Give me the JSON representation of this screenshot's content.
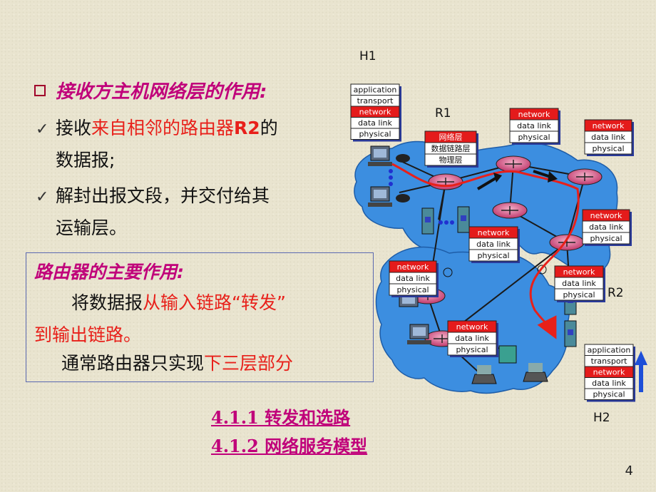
{
  "left": {
    "heading": "接收方主机网络层的作用:",
    "bullet1": {
      "pre": "接收",
      "red": "来自相邻的路由器",
      "redbold": "R2",
      "post": "的",
      "line2": "数据报;"
    },
    "bullet2": {
      "line1": "解封出报文段，并交付给其",
      "line2": "运输层。"
    }
  },
  "box": {
    "title": "路由器的主要作用:",
    "l1_pre": "将数据报",
    "l1_red": "从输入链路“转发”",
    "l2_red": "到输出链路。",
    "l3_pre": "通常路由器只实现",
    "l3_red": "下三层部分"
  },
  "links": {
    "s1": "4.1.1   转发和选路",
    "s2": "4.1.2   网络服务模型"
  },
  "diagram": {
    "labels": {
      "h1": "H1",
      "r1": "R1",
      "r2": "R2",
      "h2": "H2"
    },
    "stack5": [
      "application",
      "transport",
      "network",
      "data link",
      "physical"
    ],
    "stack3": [
      "network",
      "data link",
      "physical"
    ],
    "stack3_cn": [
      "网络层",
      "数据链路层",
      "物理层"
    ]
  },
  "page_number": "4"
}
